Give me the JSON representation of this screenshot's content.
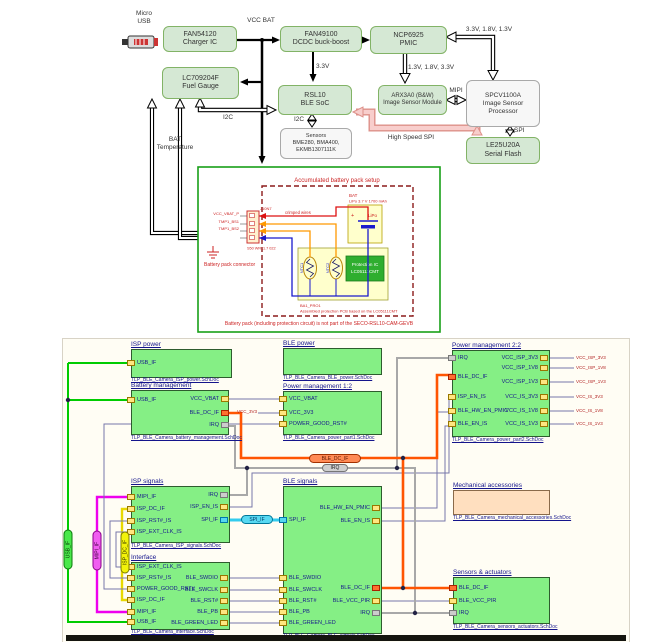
{
  "top": {
    "micro_usb": {
      "l1": "Micro",
      "l2": "USB"
    },
    "blocks": {
      "charger": {
        "l1": "FAN54120",
        "l2": "Charger IC"
      },
      "buck": {
        "l1": "FAN49100",
        "l2": "DCDC buck-boost"
      },
      "pmic": {
        "l1": "NCP6925",
        "l2": "PMIC"
      },
      "fuel": {
        "l1": "LC709204F",
        "l2": "Fuel Gauge"
      },
      "rsl10": {
        "l1": "RSL10",
        "l2": "BLE SoC"
      },
      "arx": {
        "l1": "ARX3A0 (B&W)",
        "l2": "Image Sensor Module"
      },
      "spcv": {
        "l1": "SPCV1100A",
        "l2": "Image Sensor",
        "l3": "Processor"
      },
      "sensors": {
        "l1": "Sensors",
        "l2": "BME280, BMA400,",
        "l3": "EKMB1307111K"
      },
      "flash": {
        "l1": "LE25U20A",
        "l2": "Serial Flash"
      }
    },
    "labels": {
      "vcc_bat": "VCC BAT",
      "rails_in": "3.3V, 1.8V, 1.3V",
      "rails_out": "1.3V, 1.8V, 3.3V",
      "v33": "3.3V",
      "i2c_h": "I2C",
      "i2c_v": "I2C",
      "mipi": "MIPI",
      "spi": "SPI",
      "hs_spi": "High Speed SPI",
      "bat": "BAT",
      "temperature": "Temperature"
    }
  },
  "battery": {
    "title": "Accumulated battery pack setup",
    "bat_ref": "BAT",
    "bat_spec": "LiPo 3.7 V 1700 mAh",
    "bat_chem": "LiPo",
    "plus": "+",
    "prot1": "Protection IC",
    "prot2": "LC05111CMT",
    "ntc1": "NTC1",
    "ntc2": "NTC2",
    "pin1": "VCC_VBAT_P",
    "pin2": "TMP1_BS1",
    "pin3": "TMP1_BS2",
    "conn_ref": "J10N7",
    "conn_part": "S50 WR11.7 022",
    "crimped": "crimped wires",
    "conn_label": "Battery pack connector",
    "pcb_ref": "BA1_PRO1",
    "pcb_note": "Assembled protection PCB based on the LC05111CMT",
    "footer": "Battery pack (including protection circuit) is not part of the SECO-RSL10-CAM-GEVB"
  },
  "sheet": {
    "sheets": {
      "isp_power": {
        "title": "ISP power",
        "caption": "TLP_BLE_Camera_ISP_power.SchDoc",
        "pl": [
          "USB_IF"
        ]
      },
      "battery_management": {
        "title": "Battery management",
        "caption": "TLP_BLE_Camera_battery_management.SchDoc",
        "pl": [
          "USB_IF"
        ],
        "pr": [
          "VCC_VBAT",
          "BLE_DC_IF",
          "IRQ"
        ]
      },
      "ble_power": {
        "title": "BLE power",
        "caption": "TLP_BLE_Camera_BLE_power.SchDoc"
      },
      "power_1": {
        "title": "Power management 1:2",
        "caption": "TLP_BLE_Camera_power_part1.SchDoc",
        "pl": [
          "VCC_VBAT",
          "VCC_3V3",
          "POWER_GOOD_RST#"
        ]
      },
      "power_2": {
        "title": "Power management 2:2",
        "caption": "TLP_BLE_Camera_power_part2.SchDoc",
        "pl": [
          "IRQ",
          "BLE_DC_IF",
          "ISP_EN_IS",
          "BLE_HW_EN_PMIC",
          "BLE_EN_IS"
        ],
        "pr": [
          "VCC_ISP_3V3",
          "VCC_ISP_1V8",
          "VCC_ISP_1V3",
          "VCC_IS_3V3",
          "VCC_IS_1V8",
          "VCC_IS_1V3"
        ]
      },
      "isp_signals": {
        "title": "ISP signals",
        "caption": "TLP_BLE_Camera_ISP_signals.SchDoc",
        "pl": [
          "MIPI_IF",
          "ISP_DC_IF",
          "ISP_RST#_IS",
          "ISP_EXT_CLK_IS"
        ],
        "pr": [
          "IRQ",
          "ISP_EN_IS",
          "SPI_IF"
        ]
      },
      "interface": {
        "title": "Interface",
        "caption": "TLP_BLE_Camera_interface.SchDoc",
        "pl": [
          "ISP_EXT_CLK_IS",
          "ISP_RST#_IS",
          "POWER_GOOD_RST#",
          "ISP_DC_IF",
          "MIPI_IF",
          "USB_IF"
        ],
        "pr": [
          "BLE_SWDIO",
          "BLE_SWCLK",
          "BLE_RST#",
          "BLE_PB",
          "BLE_GREEN_LED"
        ]
      },
      "ble_signals": {
        "title": "BLE signals",
        "caption": "TLP_BLE_Camera_BLE_signals.SchDoc",
        "pl": [
          "SPI_IF",
          "BLE_SWDIO",
          "BLE_SWCLK",
          "BLE_RST#",
          "BLE_PB",
          "BLE_GREEN_LED"
        ],
        "pr": [
          "BLE_HW_EN_PMIC",
          "BLE_EN_IS",
          "BLE_DC_IF",
          "BLE_VCC_PIR",
          "IRQ"
        ]
      },
      "mech": {
        "title": "Mechanical accessories",
        "caption": "TLP_BLE_Camera_mechanical_accessories.SchDoc"
      },
      "sensors_actuators": {
        "title": "Sensors & actuators",
        "caption": "TLP_BLE_Camera_sensors_actuators.SchDoc",
        "pl": [
          "BLE_DC_IF",
          "BLE_VCC_PIR",
          "IRQ"
        ]
      }
    },
    "net_labels": {
      "r0": "VCC_ISP_3V3",
      "r1": "VCC_ISP_1V8",
      "r2": "VCC_ISP_1V3",
      "r3": "VCC_IS_3V3",
      "r4": "VCC_IS_1V8",
      "r5": "VCC_IS_1V3",
      "vcc_3v3": "VCC_3V3"
    },
    "wire_labels": {
      "ble_dc_if": "BLE_DC_IF",
      "irq": "IRQ",
      "spi_if": "SPI_IF",
      "usb_if": "USB_IF",
      "mipi_if": "MIPI_IF",
      "isp_dc_if": "ISP_DC_IF"
    }
  },
  "colors": {
    "block_green": "#d5e8d4",
    "block_green_border": "#82b366",
    "sheet_green": "#85ef85",
    "sheet_peach": "#ffdfbf",
    "wire_orange": "#ff5502",
    "wire_gray": "#a8a8a8",
    "wire_green": "#00cc00",
    "wire_magenta": "#ee00ee",
    "wire_yellow": "#e8d800",
    "wire_cyan": "#33ccee",
    "wire_navy": "#7777aa",
    "schematic_red": "#cc2222",
    "hs_spi_pink": "#f8cecc"
  }
}
